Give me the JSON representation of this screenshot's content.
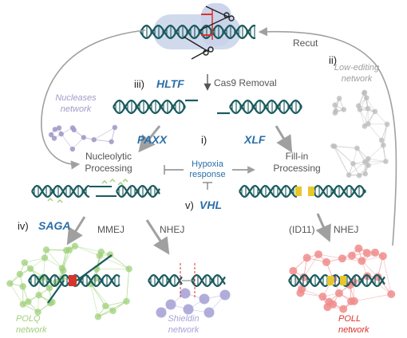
{
  "labels": {
    "recut": "Recut",
    "cas9_removal": "Cas9 Removal",
    "nucleolytic_1": "Nucleolytic",
    "nucleolytic_2": "Processing",
    "fillin_1": "Fill-in",
    "fillin_2": "Processing",
    "hypoxia_1": "Hypoxia",
    "hypoxia_2": "response",
    "mmej": "MMEJ",
    "nhej_left": "NHEJ",
    "nhej_right": "NHEJ",
    "id11": "(ID11)"
  },
  "roman": {
    "i": "i)",
    "ii": "ii)",
    "iii": "iii)",
    "iv": "iv)",
    "v": "v)"
  },
  "genes": {
    "hltf": "HLTF",
    "paxx": "PAXX",
    "xlf": "XLF",
    "saga": "SAGA",
    "vhl": "VHL"
  },
  "networks": {
    "nucleases_1": "Nucleases",
    "nucleases_2": "network",
    "low_editing_1": "Low-editing",
    "low_editing_2": "network",
    "polq_1": "POLQ",
    "polq_2": "network",
    "shieldin_1": "Shieldin",
    "shieldin_2": "network",
    "poll_1": "POLL",
    "poll_2": "network"
  },
  "colors": {
    "dna": "#1a5a5e",
    "accent_blue": "#2a6fa8",
    "arrow_gray": "#a0a0a0",
    "nucleases_net": "#a29bc9",
    "low_editing_net": "#bdbdbd",
    "polq_net": "#9fd07a",
    "shieldin_net": "#a9a4d6",
    "poll_net": "#f08c8c",
    "mismatch_red": "#d9342b",
    "fill_yellow": "#e7c72b"
  }
}
